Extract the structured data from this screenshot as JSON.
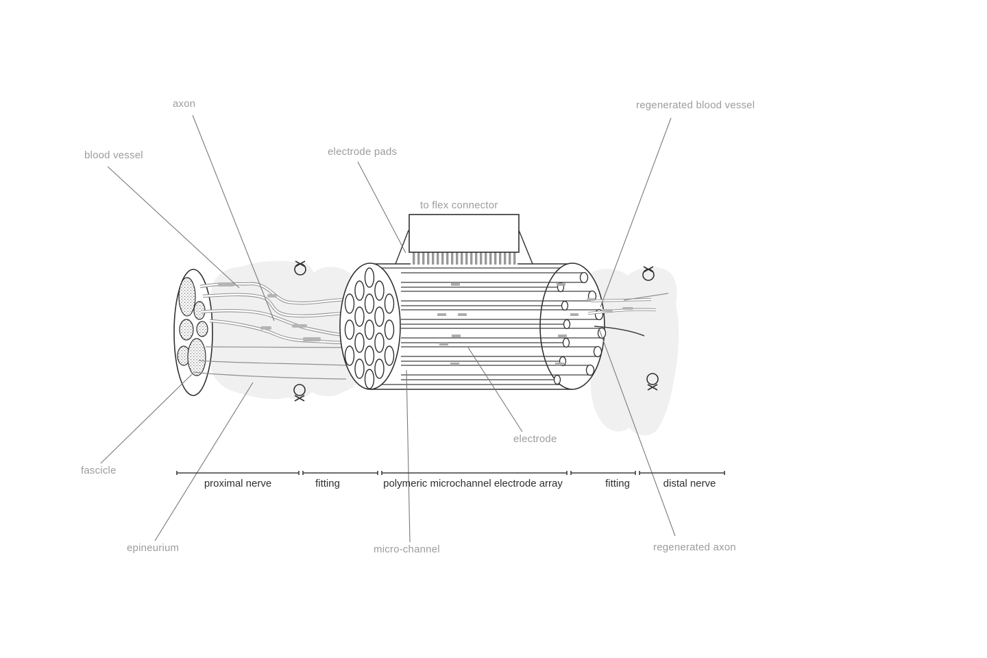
{
  "figure": {
    "callouts": {
      "axon": "axon",
      "blood_vessel": "blood vessel",
      "electrode_pads": "electrode pads",
      "to_flex_connector": "to flex connector",
      "regenerated_blood_vessel": "regenerated blood vessel",
      "fascicle": "fascicle",
      "epineurium": "epineurium",
      "micro_channel": "micro-channel",
      "electrode": "electrode",
      "regenerated_axon": "regenerated axon"
    },
    "axis": {
      "segments": [
        {
          "label": "proximal nerve"
        },
        {
          "label": "fitting"
        },
        {
          "label": "polymeric microchannel electrode array"
        },
        {
          "label": "fitting"
        },
        {
          "label": "distal nerve"
        }
      ]
    },
    "icons": {
      "suture": "suture-loop-icon"
    },
    "colors": {
      "outline_dark": "#2e2e2e",
      "strand_gray": "#8f8f8f",
      "tissue_gray": "#f0f0f0",
      "patch_gray": "#b5b5b5",
      "hatch_gray": "#999999",
      "callout_text": "#9c9c9c",
      "axis_text": "#2e2e2e"
    }
  }
}
